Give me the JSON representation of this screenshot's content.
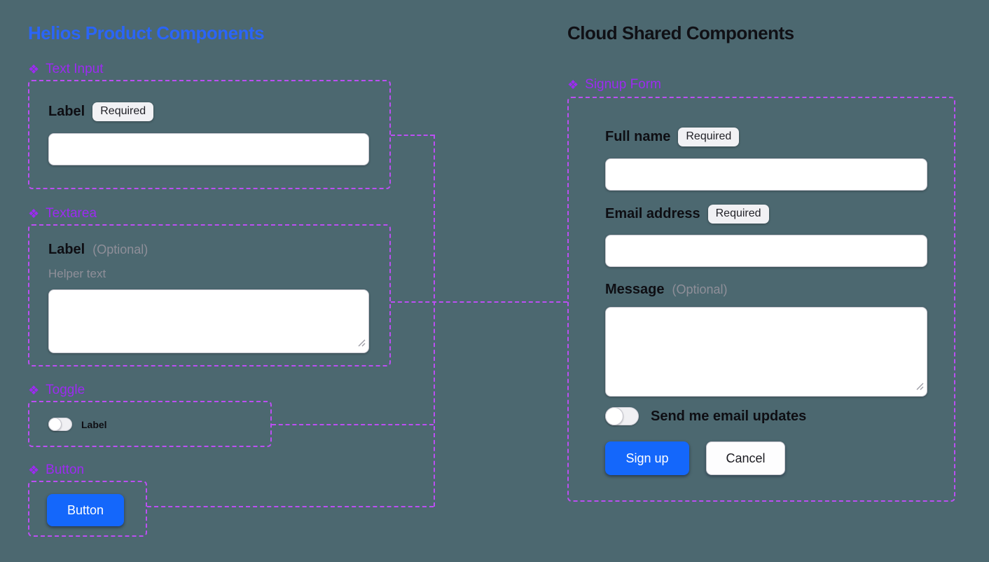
{
  "palette": {
    "canvas_bg": "#4C6870",
    "helios_title_blue": "#2B65F7",
    "cloud_title_black": "#101015",
    "component_label_purple": "#9C2BF1",
    "connector_dash_purple": "#BB4FF2",
    "primary_button_blue": "#1467FB",
    "muted_text_gray": "#8F8F99"
  },
  "icons": {
    "component": "❖"
  },
  "helios": {
    "title": "Helios Product Components",
    "text_input": {
      "component_name": "Text Input",
      "field_label": "Label",
      "badge": "Required"
    },
    "textarea": {
      "component_name": "Textarea",
      "field_label": "Label",
      "optional_hint": "(Optional)",
      "helper_text": "Helper text"
    },
    "toggle": {
      "component_name": "Toggle",
      "field_label": "Label"
    },
    "button": {
      "component_name": "Button",
      "button_label": "Button"
    }
  },
  "cloud": {
    "title": "Cloud Shared Components",
    "signup_form": {
      "component_name": "Signup Form",
      "full_name": {
        "label": "Full name",
        "badge": "Required"
      },
      "email": {
        "label": "Email address",
        "badge": "Required"
      },
      "message": {
        "label": "Message",
        "optional_hint": "(Optional)"
      },
      "updates_toggle_label": "Send me email updates",
      "submit_label": "Sign up",
      "cancel_label": "Cancel"
    }
  }
}
